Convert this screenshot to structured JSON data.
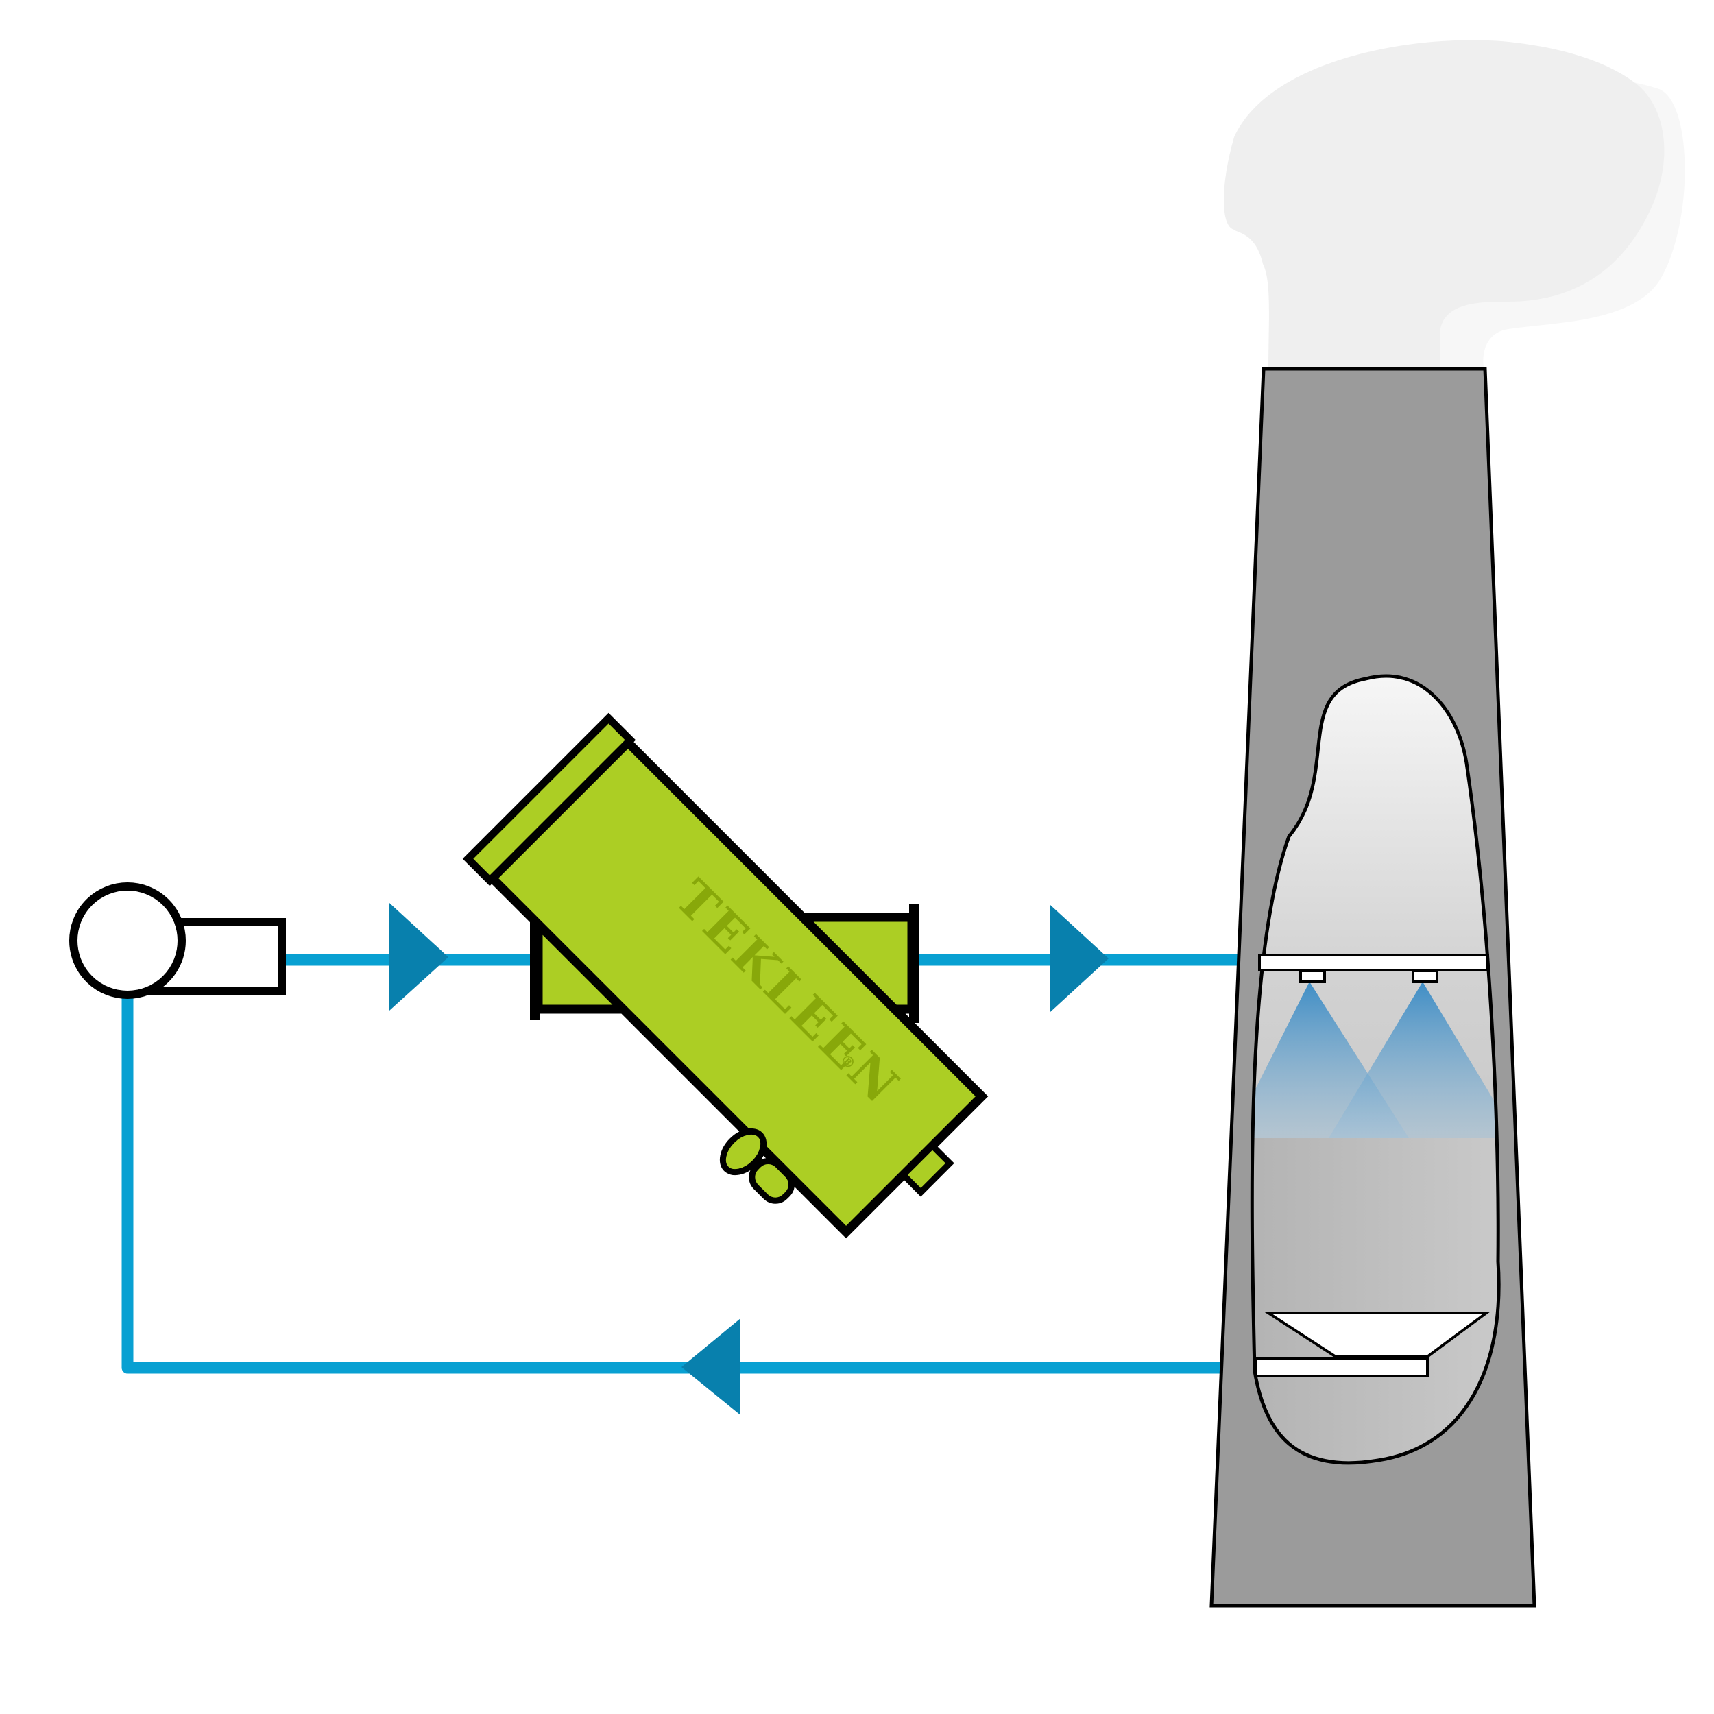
{
  "diagram": {
    "brand_text": "TEKLEEN",
    "brand_mark": "®",
    "colors": {
      "background": "#ffffff",
      "pipe": "#08a0d2",
      "arrow": "#0880ad",
      "filter_green": "#acce24",
      "brand_green": "#88a80a",
      "stack_gray": "#9b9b9b",
      "outline": "#000000",
      "smoke": "#efefef",
      "spray": "#3a8cc6"
    },
    "components": [
      {
        "name": "pump",
        "icon": "pump-icon"
      },
      {
        "name": "self-cleaning-filter",
        "icon": "filter-icon"
      },
      {
        "name": "exhaust-stack",
        "icon": "stack-icon"
      },
      {
        "name": "spray-nozzles",
        "icon": "nozzle-icon"
      },
      {
        "name": "collection-tray",
        "icon": "tray-icon"
      }
    ],
    "flow_directions": [
      "right",
      "right",
      "left"
    ]
  }
}
